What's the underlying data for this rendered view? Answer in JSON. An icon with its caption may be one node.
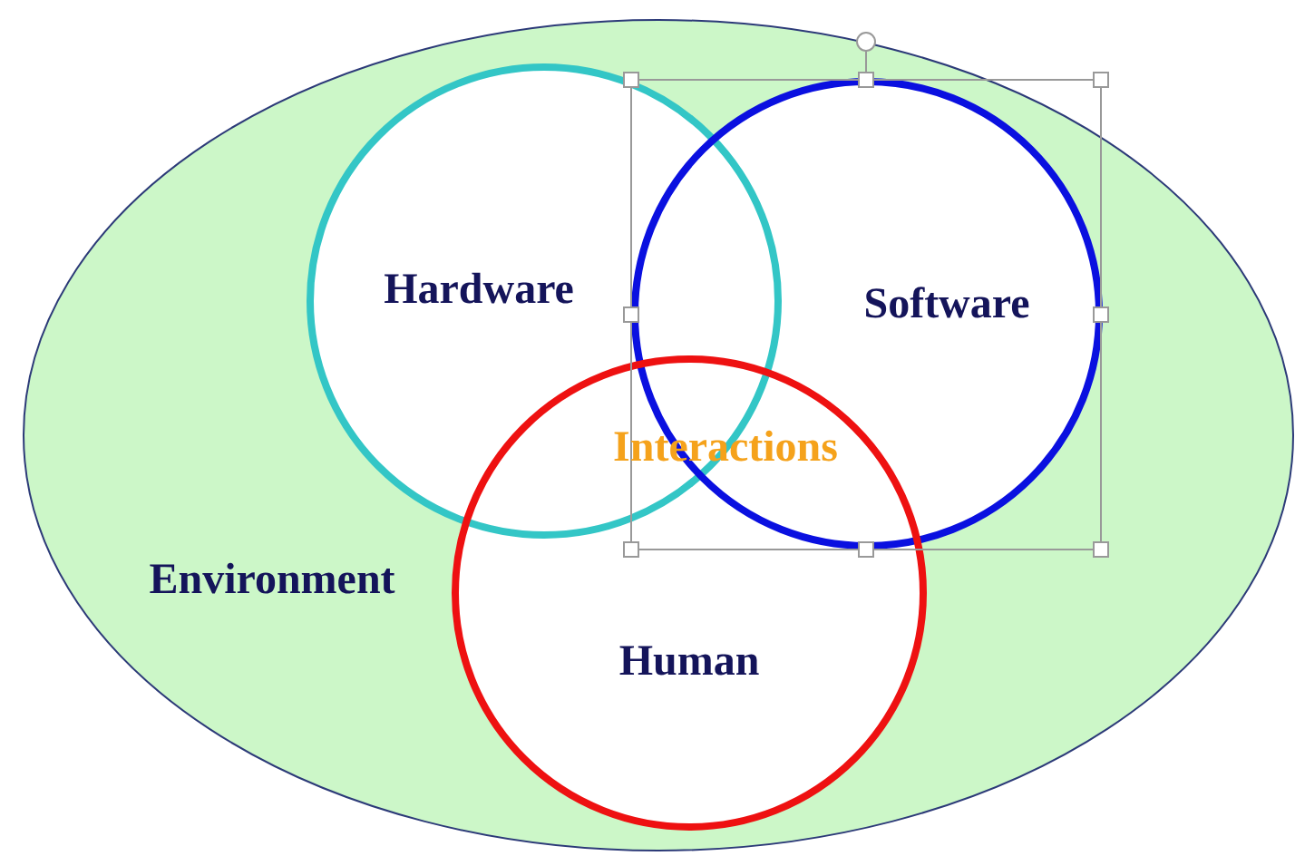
{
  "diagram": {
    "nodes": [
      {
        "text": [
          "Environment"
        ]
      },
      {
        "text": [
          "Hardware"
        ],
        "in": 0
      },
      {
        "text": [
          "Software"
        ],
        "in": 0
      },
      {
        "text": [
          "Human"
        ],
        "in": 0
      }
    ],
    "labels": [
      "Interactions"
    ]
  }
}
